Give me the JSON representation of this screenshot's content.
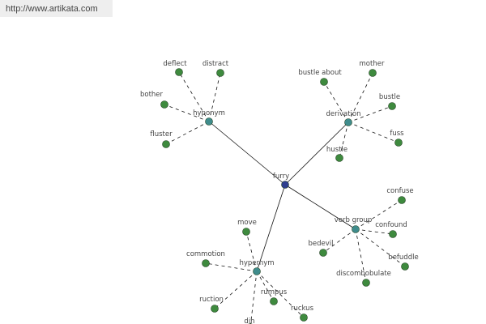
{
  "header": {
    "url": "http://www.artikata.com"
  },
  "graph": {
    "center": {
      "id": "furry",
      "label": "furry",
      "color": "#2e3f8f"
    },
    "hubs": [
      {
        "id": "hyponym",
        "label": "hyponym",
        "color": "#3f8c8c"
      },
      {
        "id": "derivation",
        "label": "derivation",
        "color": "#3f8c8c"
      },
      {
        "id": "verb-group",
        "label": "verb group",
        "color": "#3f8c8c"
      },
      {
        "id": "hypernym",
        "label": "hypernym",
        "color": "#3f8c8c"
      }
    ],
    "leaf_color": "#3e8a3e",
    "leaves": [
      {
        "id": "deflect",
        "label": "deflect",
        "hub": "hyponym"
      },
      {
        "id": "distract",
        "label": "distract",
        "hub": "hyponym"
      },
      {
        "id": "bother",
        "label": "bother",
        "hub": "hyponym"
      },
      {
        "id": "fluster",
        "label": "fluster",
        "hub": "hyponym"
      },
      {
        "id": "bustle-about",
        "label": "bustle about",
        "hub": "derivation"
      },
      {
        "id": "mother",
        "label": "mother",
        "hub": "derivation"
      },
      {
        "id": "bustle",
        "label": "bustle",
        "hub": "derivation"
      },
      {
        "id": "fuss",
        "label": "fuss",
        "hub": "derivation"
      },
      {
        "id": "hustle",
        "label": "hustle",
        "hub": "derivation"
      },
      {
        "id": "confuse",
        "label": "confuse",
        "hub": "verb-group"
      },
      {
        "id": "confound",
        "label": "confound",
        "hub": "verb-group"
      },
      {
        "id": "befuddle",
        "label": "befuddle",
        "hub": "verb-group"
      },
      {
        "id": "bedevil",
        "label": "bedevil",
        "hub": "verb-group"
      },
      {
        "id": "discombobulate",
        "label": "discombobulate",
        "hub": "verb-group"
      },
      {
        "id": "move",
        "label": "move",
        "hub": "hypernym"
      },
      {
        "id": "commotion",
        "label": "commotion",
        "hub": "hypernym"
      },
      {
        "id": "ruction",
        "label": "ruction",
        "hub": "hypernym"
      },
      {
        "id": "rumpus",
        "label": "rumpus",
        "hub": "hypernym"
      },
      {
        "id": "ruckus",
        "label": "ruckus",
        "hub": "hypernym"
      },
      {
        "id": "din",
        "label": "din",
        "hub": "hypernym"
      }
    ]
  }
}
